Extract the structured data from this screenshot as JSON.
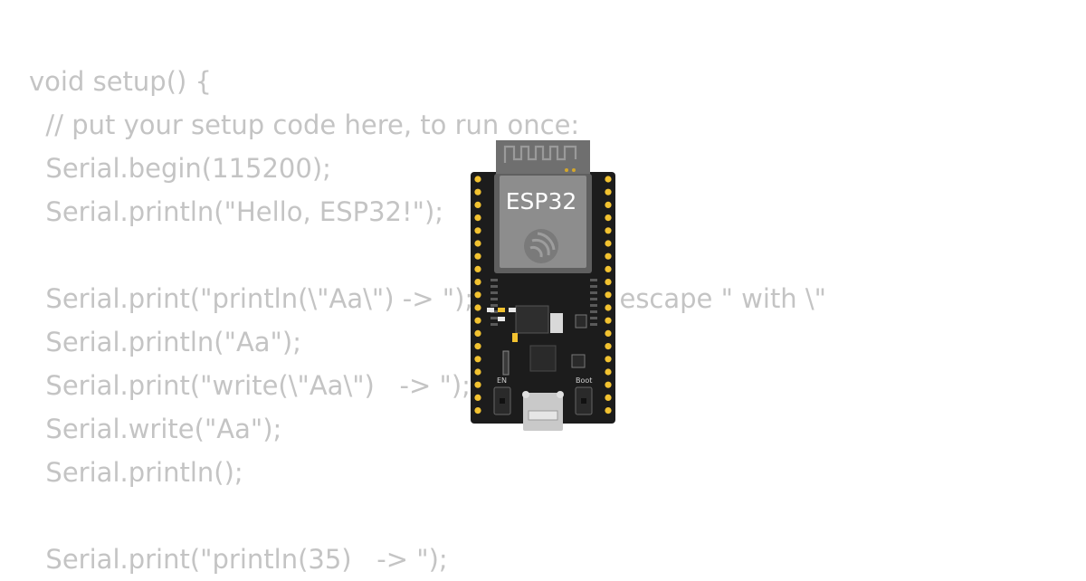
{
  "code": {
    "lines": [
      "void setup() {",
      "  // put your setup code here, to run once:",
      "  Serial.begin(115200);",
      "  Serial.println(\"Hello, ESP32!\");",
      "",
      "  Serial.print(\"println(\\\"Aa\\\") -> \"); // Need to escape \" with \\\"",
      "  Serial.println(\"Aa\");",
      "  Serial.print(\"write(\\\"Aa\\\")   -> \");",
      "  Serial.write(\"Aa\");",
      "  Serial.println();",
      "",
      "  Serial.print(\"println(35)   -> \");"
    ]
  },
  "board": {
    "module_label": "ESP32",
    "en_label": "EN",
    "boot_label": "Boot",
    "icon": "espressif-logo-icon",
    "colors": {
      "pcb": "#1c1c1c",
      "module": "#8d8d8d",
      "pins": "#f2c230",
      "usb": "#c9c9c9"
    }
  }
}
